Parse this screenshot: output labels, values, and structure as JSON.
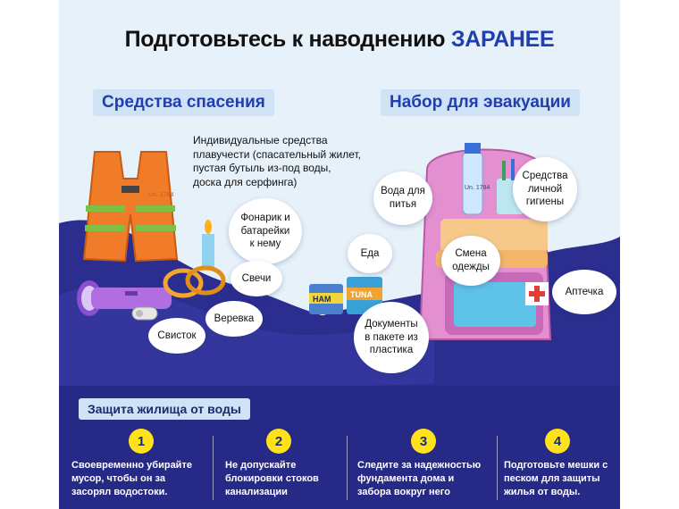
{
  "title": {
    "main": "Подготовьтесь к наводнению",
    "accent": "ЗАРАНЕЕ"
  },
  "rescue": {
    "heading": "Средства спасения",
    "flotation_note": "Индивидуальные средства\nплавучести (спасательный жилет,\nпустая бутыль из-под воды,\nдоска для серфинга)",
    "vest_tag": "Un. 1784",
    "items": {
      "flashlight": "Фонарик и\nбатарейки\nк нему",
      "candles": "Свечи",
      "rope": "Веревка",
      "whistle": "Свисток"
    }
  },
  "evacuation": {
    "heading": "Набор для эвакуации",
    "bottle_tag": "Un. 1784",
    "items": {
      "water": "Вода для\nпитья",
      "hygiene": "Средства\nличной\nгигиены",
      "food": "Еда",
      "clothes": "Смена\nодежды",
      "firstaid": "Аптечка",
      "documents": "Документы\nв пакете из\nпластика"
    },
    "can1": "HAM",
    "can2": "TUNA"
  },
  "home": {
    "heading": "Защита жилища от воды",
    "steps": [
      {
        "num": "1",
        "text": "Своевременно убирайте\nмусор, чтобы он за\nзасорял водостоки."
      },
      {
        "num": "2",
        "text": "Не допускайте\nблокировки стоков\nканализации"
      },
      {
        "num": "3",
        "text": "Следите за надежностью\nфундамента дома и\nзабора вокруг него"
      },
      {
        "num": "4",
        "text": "Подготовьте мешки с\nпеском для защиты\nжилья от воды."
      }
    ]
  },
  "colors": {
    "accent": "#1f3fae",
    "water": "#2b2d8f",
    "vest": "#f07c2a",
    "backpack": "#e38fd0",
    "step_num": "#ffe21a"
  }
}
